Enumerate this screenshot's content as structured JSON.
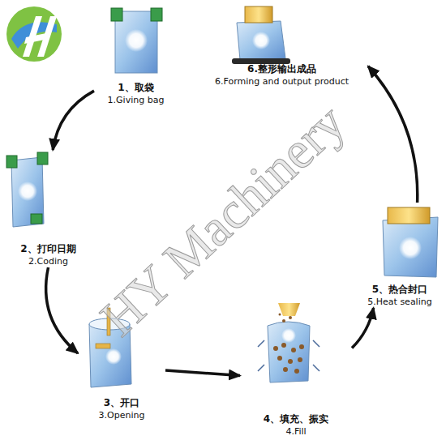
{
  "diagram": {
    "nodes": [
      {
        "text": [
          "1、取袋",
          "1.Giving bag"
        ]
      },
      {
        "text": [
          "2、打印日期",
          "2.Coding"
        ]
      },
      {
        "text": [
          "3、开口",
          "3.Opening"
        ]
      },
      {
        "text": [
          "4、填充、振实",
          "4.Fill"
        ]
      },
      {
        "text": [
          "5、热合封口",
          "5.Heat sealing"
        ]
      },
      {
        "text": [
          "6.整形输出成品",
          "6.Forming and output product"
        ]
      }
    ],
    "edges": [
      {
        "from": 0,
        "to": 1,
        "arrow": "to"
      },
      {
        "from": 1,
        "to": 2,
        "arrow": "to"
      },
      {
        "from": 2,
        "to": 3,
        "arrow": "to"
      },
      {
        "from": 3,
        "to": 4,
        "arrow": "to"
      },
      {
        "from": 4,
        "to": 5,
        "arrow": "to"
      }
    ],
    "labels": [
      "HY Machinery"
    ]
  }
}
